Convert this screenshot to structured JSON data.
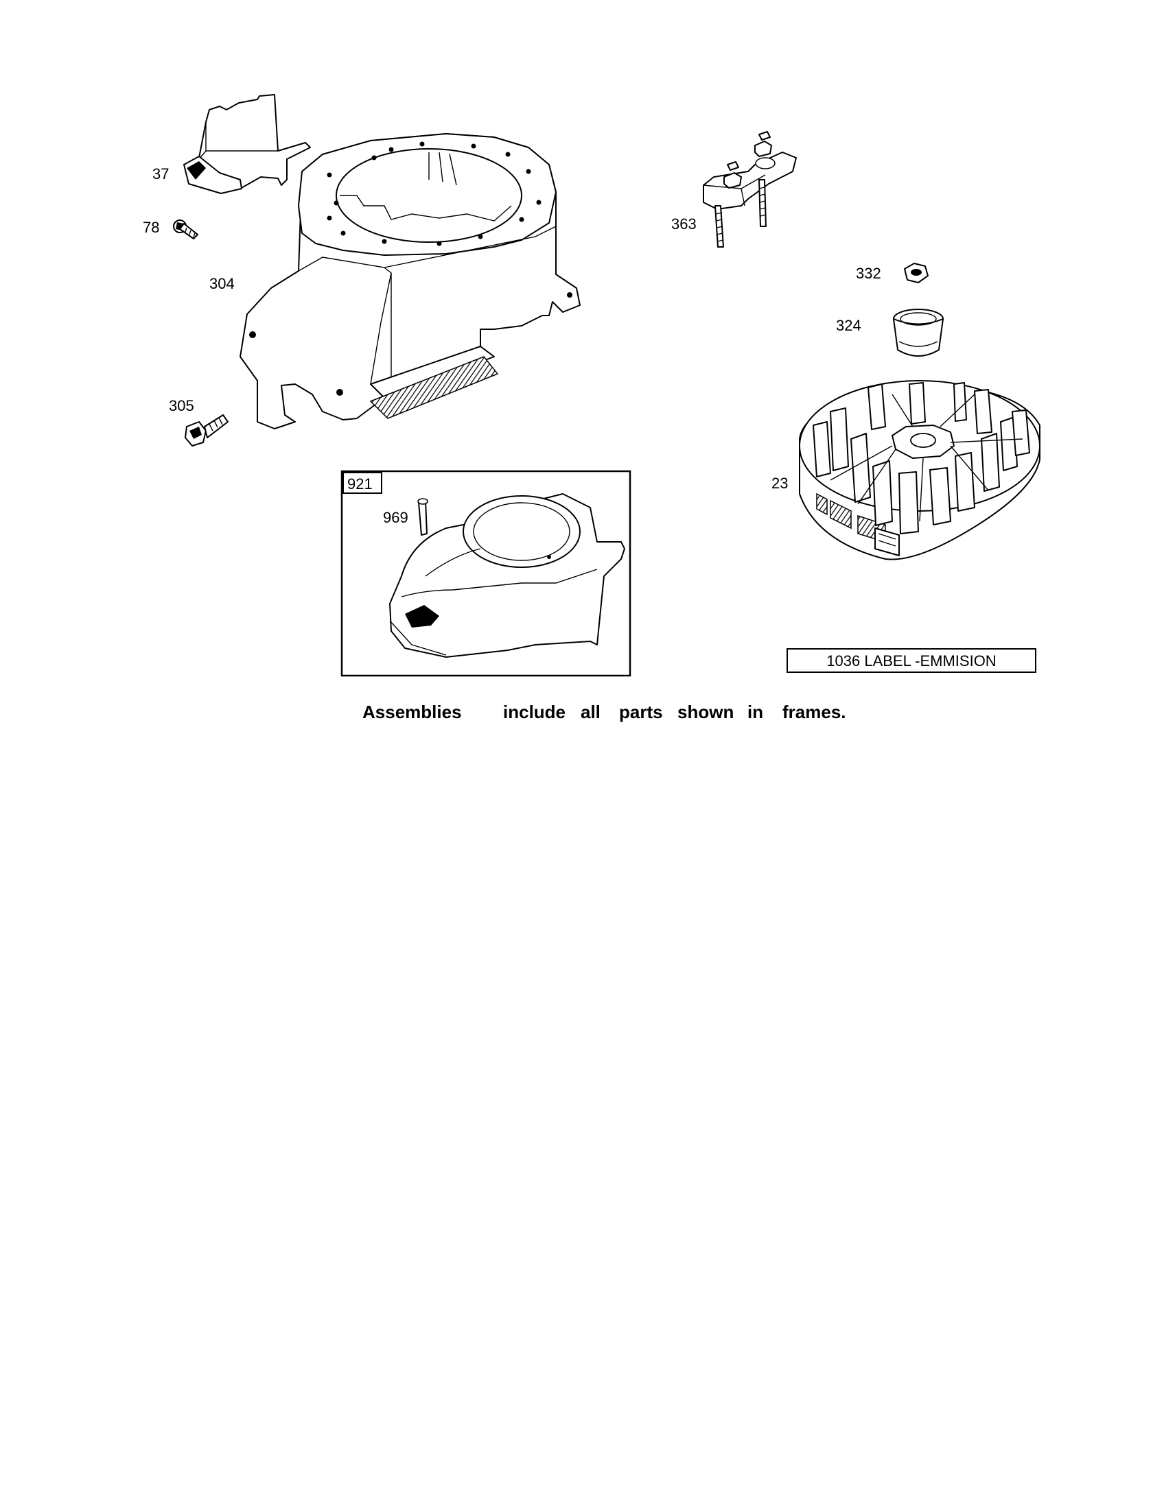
{
  "parts": {
    "p37": "37",
    "p78": "78",
    "p304": "304",
    "p305": "305",
    "p363": "363",
    "p332": "332",
    "p324": "324",
    "p23": "23",
    "p921": "921",
    "p969": "969"
  },
  "emission_label": "1036 LABEL -EMMISION",
  "caption": {
    "w1": "Assemblies",
    "w2": "include",
    "w3": "all",
    "w4": "parts",
    "w5": "shown",
    "w6": "in",
    "w7": "frames."
  }
}
